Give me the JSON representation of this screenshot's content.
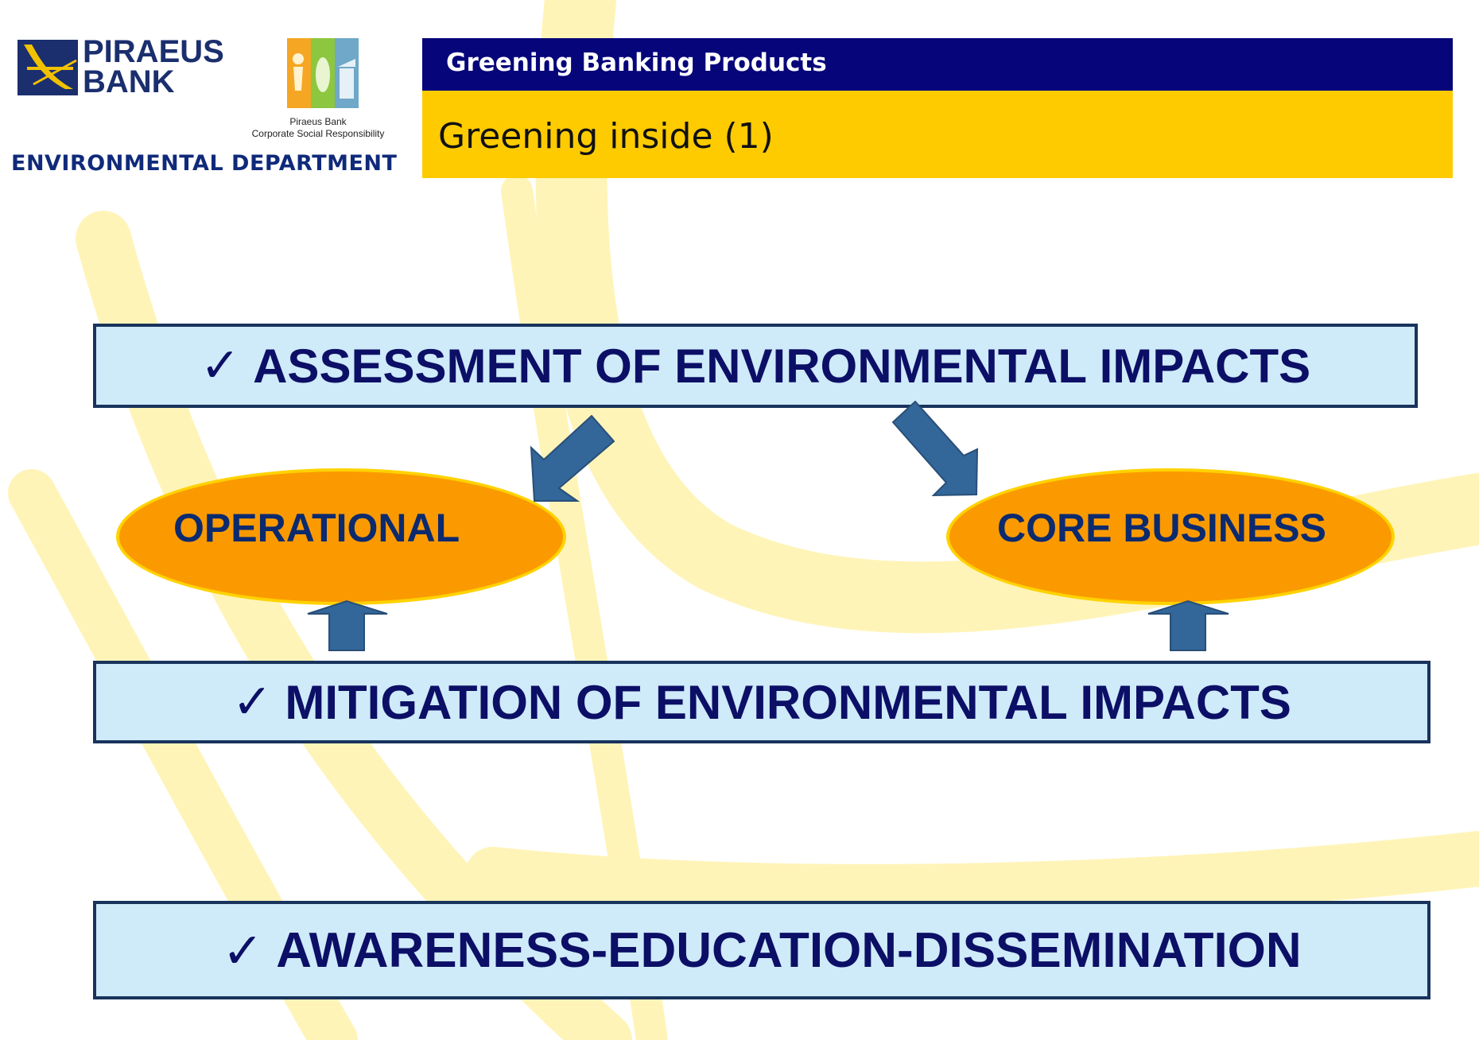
{
  "header": {
    "bank_name_line1": "PIRAEUS",
    "bank_name_line2": "BANK",
    "csr_caption_line1": "Piraeus Bank",
    "csr_caption_line2": "Corporate Social Responsibility",
    "department": "ENVIRONMENTAL DEPARTMENT",
    "title": "Greening Banking Products",
    "subtitle": "Greening inside (1)"
  },
  "diagram": {
    "checkmark": "✓",
    "assessment": "ASSESSMENT OF ENVIRONMENTAL IMPACTS",
    "operational": "OPERATIONAL",
    "core_business": "CORE BUSINESS",
    "mitigation": "MITIGATION OF ENVIRONMENTAL IMPACTS",
    "awareness": "AWARENESS-EDUCATION-DISSEMINATION"
  },
  "colors": {
    "title_bar": "#06057a",
    "subtitle_bar": "#fecb00",
    "box_fill": "#cfeaf9",
    "box_border": "#18335c",
    "ellipse_fill": "#fb9a00",
    "arrow_fill": "#336699",
    "background_curves": "#fff4b8"
  },
  "icons": [
    "piraeus-bank-logo",
    "csr-logo",
    "down-left-arrow",
    "down-right-arrow",
    "up-arrow"
  ]
}
